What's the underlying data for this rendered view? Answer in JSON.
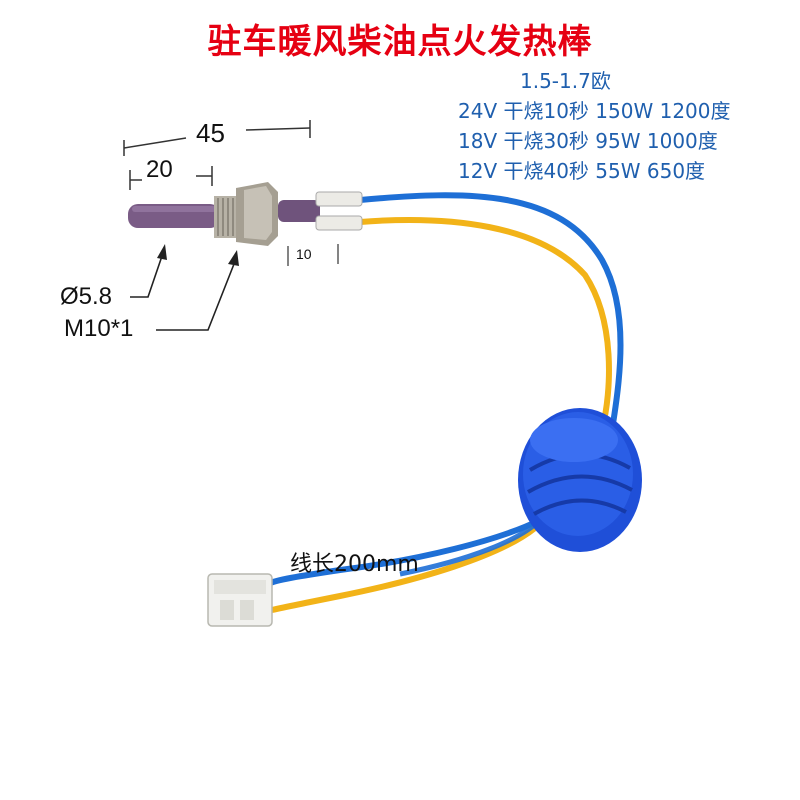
{
  "title": "驻车暖风柴油点火发热棒",
  "specs": {
    "resistance": "1.5-1.7欧",
    "rows": [
      "24V  干烧10秒 150W 1200度",
      "18V  干烧30秒 95W 1000度",
      "12V  干烧40秒 55W 650度"
    ]
  },
  "dimensions": {
    "total_length": "45",
    "rod_length": "20",
    "terminal_length": "10",
    "diameter": "Ø5.8",
    "thread": "M10*1"
  },
  "wire_length": "线长200mm",
  "colors": {
    "title": "#e60012",
    "specs_text": "#1f5fae",
    "blue_wire": "#1e6fd6",
    "yellow_wire": "#f2b318",
    "grommet": "#1f4fd8",
    "glow_rod": "#7a5c86"
  }
}
